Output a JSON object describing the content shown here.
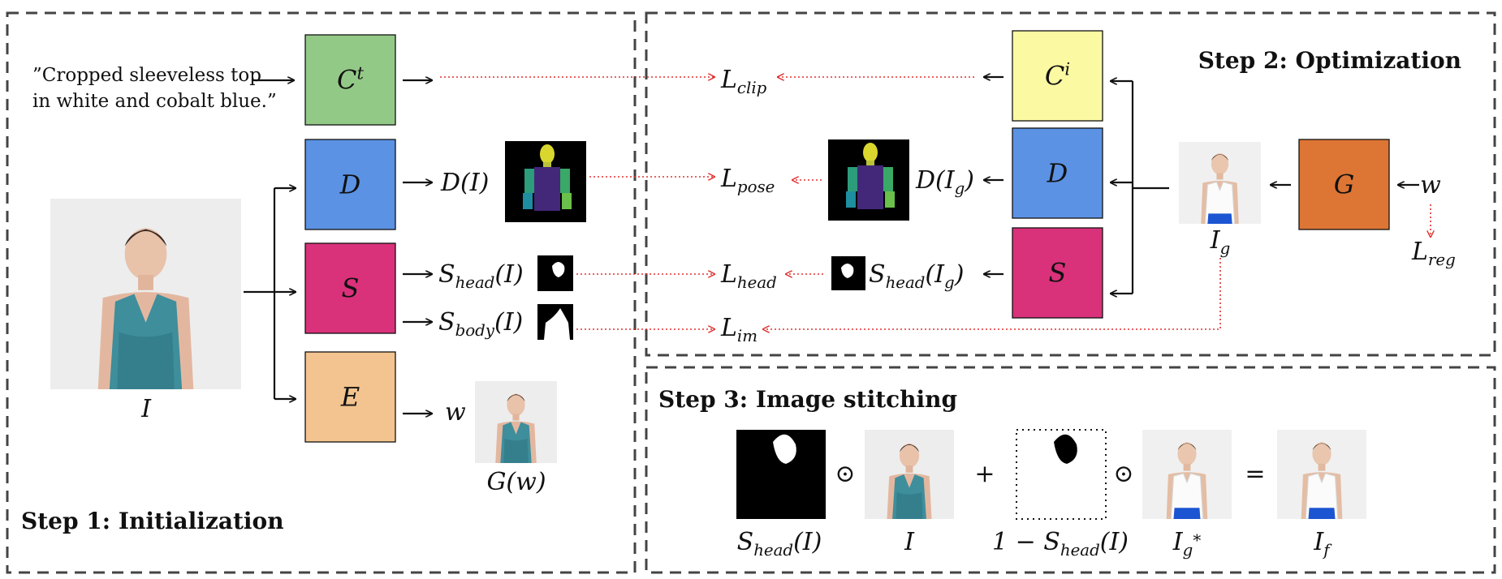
{
  "steps": {
    "step1": "Step 1:  Initialization",
    "step2": "Step 2:  Optimization",
    "step3": "Step 3:  Image stitching"
  },
  "prompt": {
    "line1": "”Cropped sleeveless top",
    "line2": "in white and cobalt blue.”"
  },
  "modules": {
    "ct": "C",
    "ct_sup": "t",
    "ci": "C",
    "ci_sup": "i",
    "d": "D",
    "s": "S",
    "e": "E",
    "g": "G"
  },
  "labels": {
    "input_image": "I",
    "d_of_i": "D(I)",
    "s_head_i": "S",
    "s_head_i_sub": "head",
    "s_head_i_arg": "(I)",
    "s_body_i": "S",
    "s_body_i_sub": "body",
    "s_body_i_arg": "(I)",
    "w": "w",
    "g_of_w": "G(w)",
    "d_of_ig": "D(I",
    "d_of_ig_sub": "g",
    "d_of_ig_close": ")",
    "s_head_ig": "S",
    "s_head_ig_sub": "head",
    "s_head_ig_arg": "(I",
    "s_head_ig_sub2": "g",
    "s_head_ig_close": ")",
    "ig": "I",
    "ig_sub": "g",
    "w2": "w"
  },
  "losses": {
    "clip": "L",
    "clip_sub": "clip",
    "pose": "L",
    "pose_sub": "pose",
    "head": "L",
    "head_sub": "head",
    "im": "L",
    "im_sub": "im",
    "reg": "L",
    "reg_sub": "reg"
  },
  "stitching": {
    "odot1": "⊙",
    "plus": "+",
    "odot2": "⊙",
    "equals": "=",
    "cap1": "S",
    "cap1_sub": "head",
    "cap1_arg": "(I)",
    "cap2": "I",
    "cap3": "1 − S",
    "cap3_sub": "head",
    "cap3_arg": "(I)",
    "cap4": "I",
    "cap4_sub": "g",
    "cap4_sup": "*",
    "cap5": "I",
    "cap5_sub": "f"
  },
  "colors": {
    "green": "#93c987",
    "blue": "#5b92e3",
    "magenta": "#d9317a",
    "peach": "#f3c48f",
    "yellow": "#fbf9a2",
    "orange": "#dd7535",
    "loss_red": "#e0312f",
    "dash": "#444444"
  }
}
